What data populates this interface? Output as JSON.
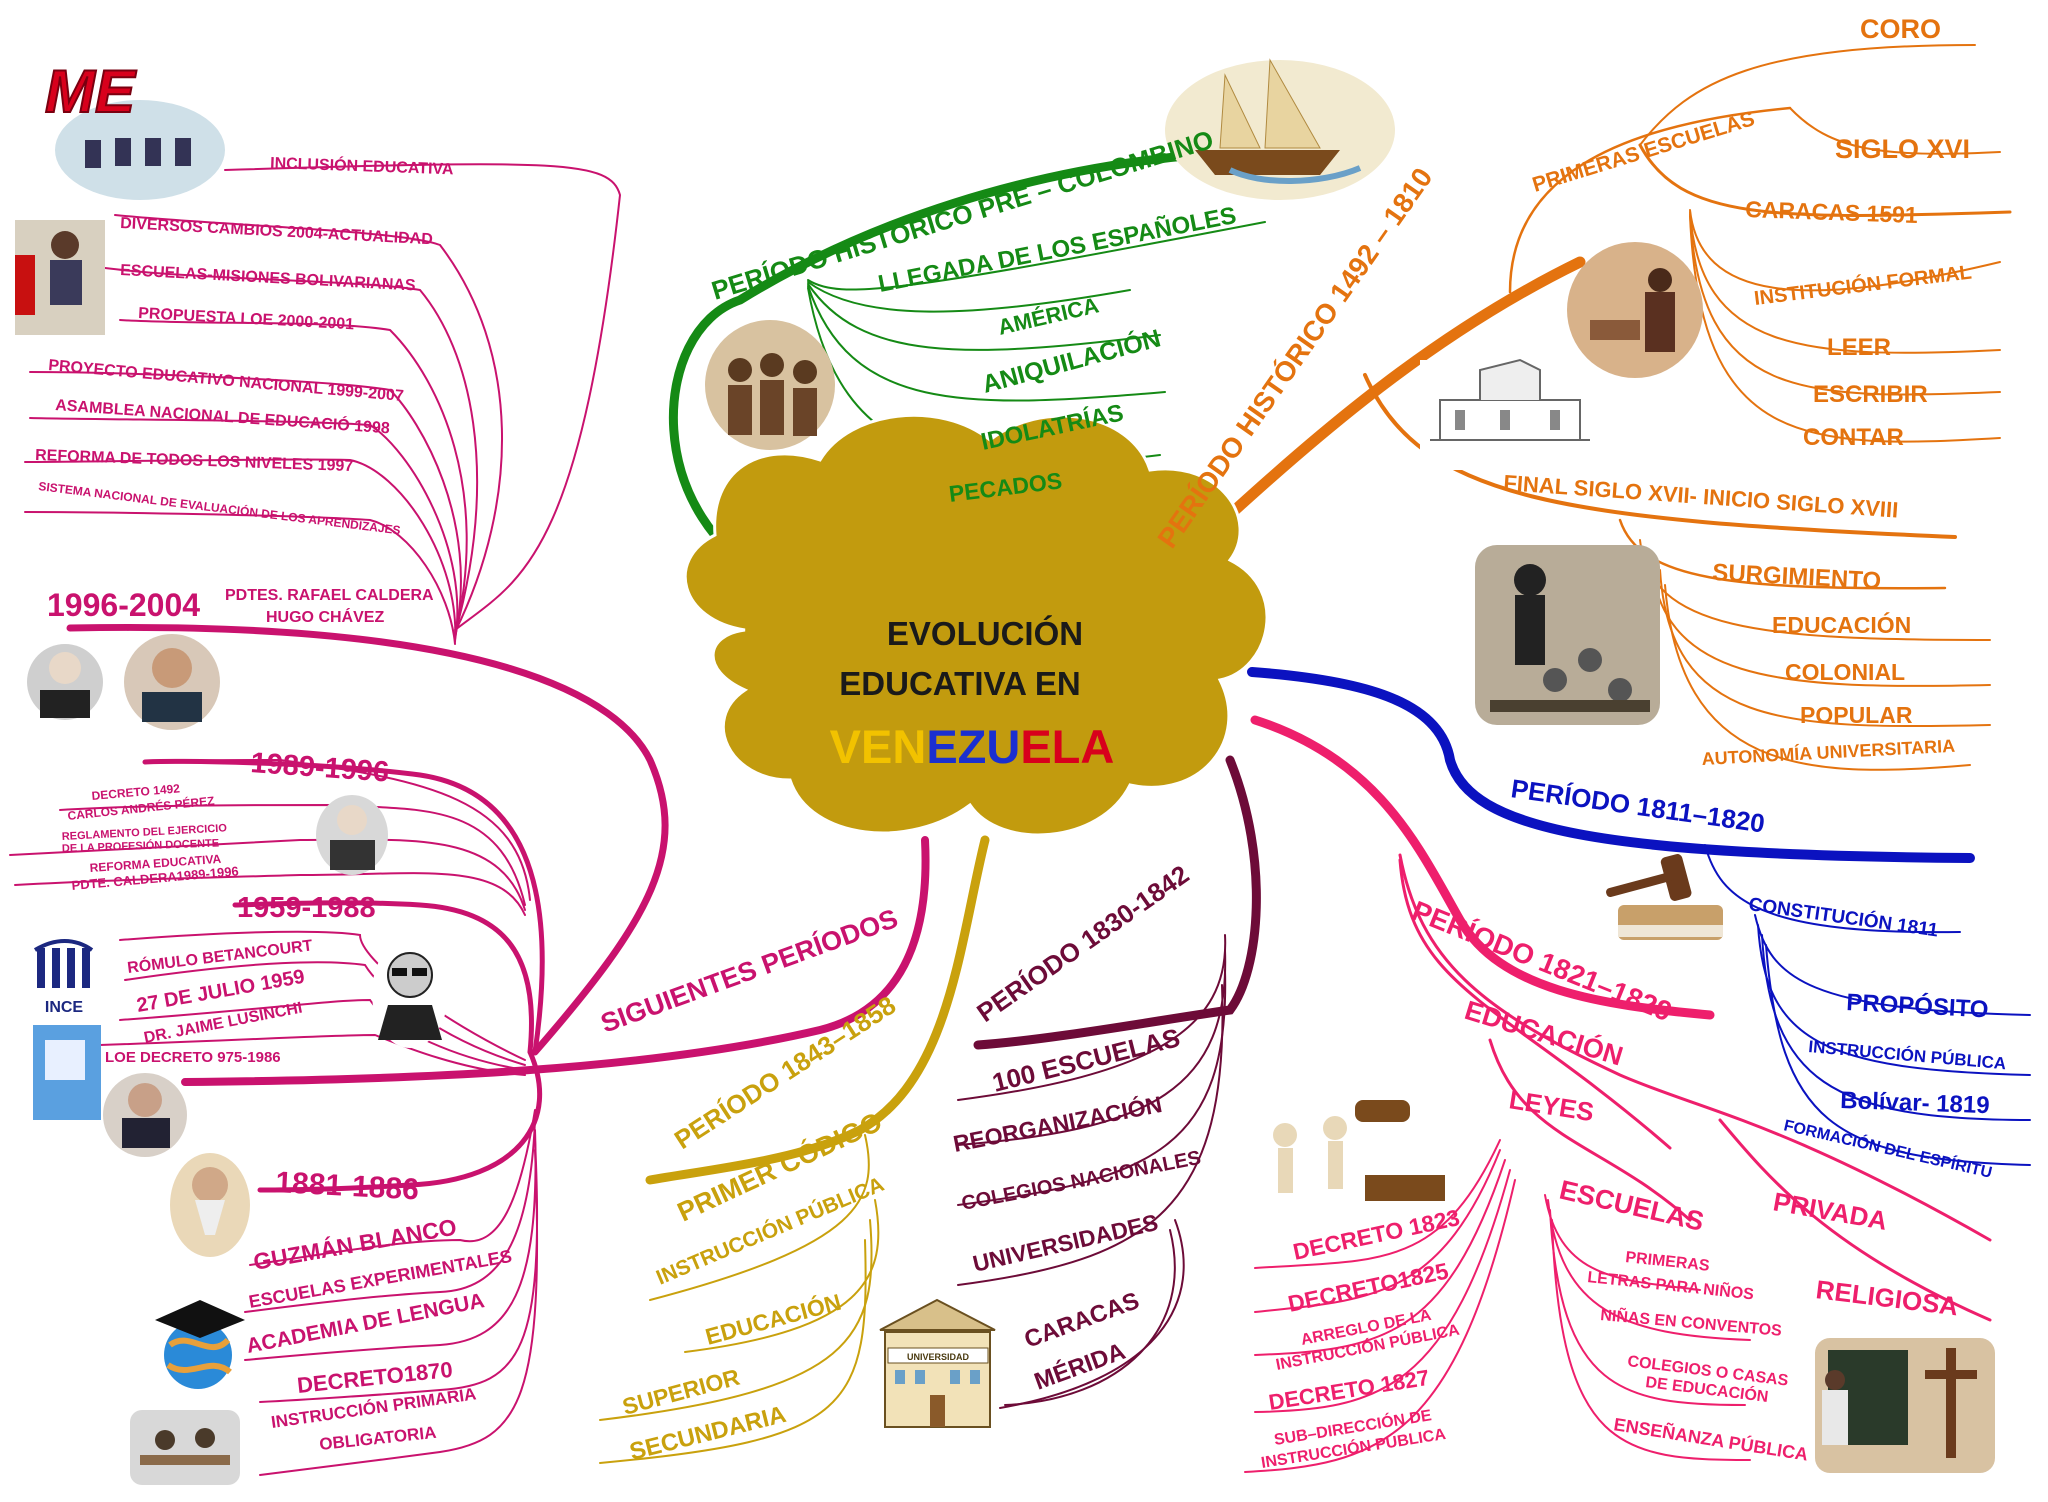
{
  "central": {
    "line1": "EVOLUCIÓN",
    "line2": "EDUCATIVA EN",
    "word_parts": [
      "VEN",
      "EZU",
      "ELA"
    ],
    "word_colors": [
      "#f2c200",
      "#1a2fd0",
      "#d8001c"
    ],
    "cloud_color": "#c29b0e"
  },
  "colors": {
    "green": "#158a15",
    "orange": "#e4730f",
    "blue": "#0b12c0",
    "pink": "#ee1f6c",
    "maroon": "#6d0b38",
    "gold": "#c9a10d",
    "magenta": "#c9126e"
  },
  "logos": {
    "me": "ME",
    "ince": "INCE",
    "universidad": "UNIVERSIDAD"
  },
  "labels": {
    "pre": "PERÍODO HISTÓRICO PRE – COLOMBINO",
    "pre_1": "LLEGADA DE LOS ESPAÑOLES",
    "pre_2": "AMÉRICA",
    "pre_3": "ANIQUILACIÓN",
    "pre_4": "IDOLATRÍAS",
    "pre_5": "PECADOS",
    "hist": "PERÍODO HISTÓRICO 1492 – 1810",
    "prim": "PRIMERAS ESCUELAS",
    "coro": "CORO",
    "siglo": "SIGLO XVI",
    "caracas1591": "CARACAS 1591",
    "institucion": "INSTITUCIÓN FORMAL",
    "leer": "LEER",
    "escribir": "ESCRIBIR",
    "contar": "CONTAR",
    "final": "FINAL SIGLO XVII- INICIO SIGLO XVIII",
    "surgimiento": "SURGIMIENTO",
    "educacion_o": "EDUCACIÓN",
    "colonial": "COLONIAL",
    "popular": "POPULAR",
    "autonomia": "AUTONOMÍA UNIVERSITARIA",
    "p1811": "PERÍODO 1811–1820",
    "const": "CONSTITUCIÓN 1811",
    "proposito": "PROPÓSITO",
    "instr_pub_b": "INSTRUCCIÓN PÚBLICA",
    "bolivar": "Bolívar- 1819",
    "formacion": "FORMACIÓN DEL ESPÍRITU",
    "p1821": "PERÍODO 1821–1829",
    "educ_p": "EDUCACIÓN",
    "leyes": "LEYES",
    "escuelas": "ESCUELAS",
    "privada": "PRIVADA",
    "religiosa": "RELIGIOSA",
    "primeras_letras_1": "PRIMERAS",
    "primeras_letras_2": "LETRAS PARA NIÑOS",
    "ninas": "NIÑAS EN CONVENTOS",
    "colegios_casas_1": "COLEGIOS O CASAS",
    "colegios_casas_2": "DE EDUCACIÓN",
    "ensenanza": "ENSEÑANZA PÚBLICA",
    "decreto1823": "DECRETO 1823",
    "decreto1825": "DECRETO1825",
    "arreglo_1": "ARREGLO DE LA",
    "arreglo_2": "INSTRUCCIÓN PÚBLICA",
    "decreto1827": "DECRETO 1827",
    "subdir_1": "SUB–DIRECCIÓN DE",
    "subdir_2": "INSTRUCCIÓN PÚBLICA",
    "p1830": "PERÍODO 1830-1842",
    "cien": "100 ESCUELAS",
    "reorg": "REORGANIZACIÓN",
    "colnac": "COLEGIOS NACIONALES",
    "univ": "UNIVERSIDADES",
    "caracas": "CARACAS",
    "merida": "MÉRIDA",
    "p1843": "PERÍODO 1843–1858",
    "primer": "PRIMER CÓDIGO",
    "instr_g": "INSTRUCCIÓN PÚBLICA",
    "educ_g": "EDUCACIÓN",
    "superior": "SUPERIOR",
    "secundaria": "SECUNDARIA",
    "sig": "SIGUIENTES PERÍODOS",
    "y9604": "1996-2004",
    "pdtes_1": "PDTES.  RAFAEL CALDERA",
    "pdtes_2": "HUGO CHÁVEZ",
    "m1": "INCLUSIÓN EDUCATIVA",
    "m2": "DIVERSOS CAMBIOS 2004-ACTUALIDAD",
    "m3": "ESCUELAS-MISIONES BOLIVARIANAS",
    "m4": "PROPUESTA LOE 2000-2001",
    "m5": "PROYECTO EDUCATIVO NACIONAL 1999-2007",
    "m6": "ASAMBLEA NACIONAL DE EDUCACIÓ 1998",
    "m7": "REFORMA DE TODOS LOS NIVELES 1997",
    "m8": "SISTEMA NACIONAL DE EVALUACIÓN DE LOS APRENDIZAJES",
    "y8996": "1989-1996",
    "d1": "DECRETO 1492",
    "d2": "CARLOS ANDRÉS PÉREZ",
    "d3": "REGLAMENTO DEL EJERCICIO",
    "d4": "DE LA PROFESIÓN DOCENTE",
    "d5": "REFORMA EDUCATIVA",
    "d6": "PDTE. CALDERA1989-1996",
    "y5988": "1959-1988",
    "r1": "RÓMULO BETANCOURT",
    "r2": "27 DE JULIO 1959",
    "r3": "DR. JAIME LUSINCHI",
    "r4": "LOE DECRETO 975-1986",
    "y8186": "1881-1886",
    "g1": "GUZMÁN BLANCO",
    "g2": "ESCUELAS EXPERIMENTALES",
    "g3": "ACADEMIA DE LENGUA",
    "g4": "DECRETO1870",
    "g5": "INSTRUCCIÓN PRIMARIA",
    "g6": "OBLIGATORIA"
  }
}
